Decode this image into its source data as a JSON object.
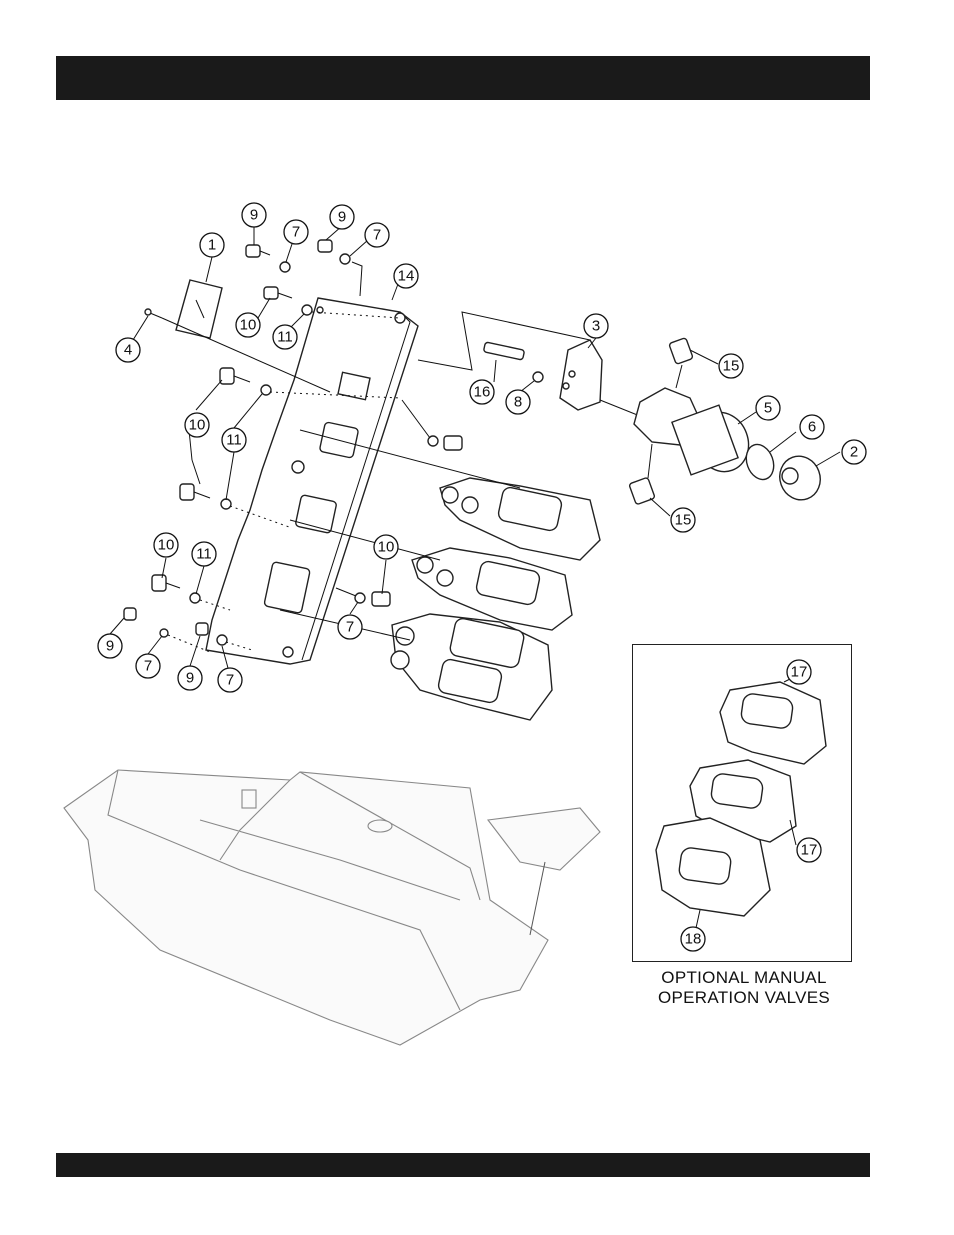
{
  "header_bar": "",
  "footer_bar": "",
  "callouts": {
    "c1": "1",
    "c2": "2",
    "c3": "3",
    "c4": "4",
    "c5": "5",
    "c6": "6",
    "c7a": "7",
    "c7b": "7",
    "c7c": "7",
    "c7d": "7",
    "c7e": "7",
    "c8": "8",
    "c9a": "9",
    "c9b": "9",
    "c9c": "9",
    "c9d": "9",
    "c10a": "10",
    "c10b": "10",
    "c10c": "10",
    "c10d": "10",
    "c11a": "11",
    "c11b": "11",
    "c11c": "11",
    "c14": "14",
    "c15a": "15",
    "c15b": "15",
    "c16": "16",
    "c17a": "17",
    "c17b": "17",
    "c18": "18"
  },
  "optional_caption": {
    "line1": "OPTIONAL MANUAL",
    "line2": "OPERATION VALVES"
  }
}
